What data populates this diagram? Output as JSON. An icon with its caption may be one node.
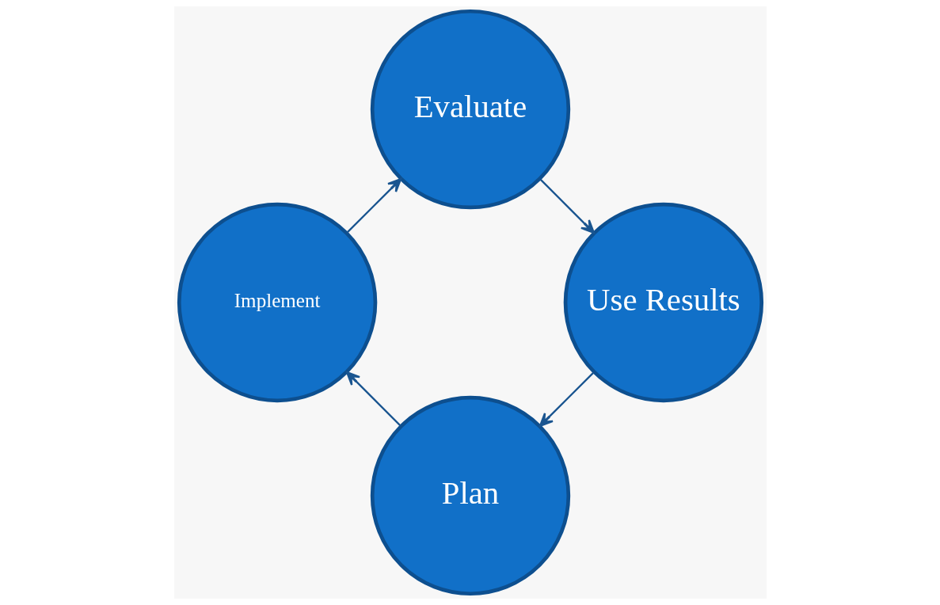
{
  "diagram": {
    "nodes": [
      {
        "text": [
          "Plan"
        ]
      },
      {
        "text": [
          "Implement"
        ]
      },
      {
        "text": [
          "Evaluate"
        ]
      },
      {
        "text": [
          "Use Results"
        ]
      }
    ],
    "edges": [
      {
        "from": 0,
        "to": 1,
        "arrow": "to"
      },
      {
        "from": 1,
        "to": 2,
        "arrow": "to"
      },
      {
        "from": 2,
        "to": 3,
        "arrow": "to"
      },
      {
        "from": 3,
        "to": 0,
        "arrow": "to"
      }
    ]
  }
}
